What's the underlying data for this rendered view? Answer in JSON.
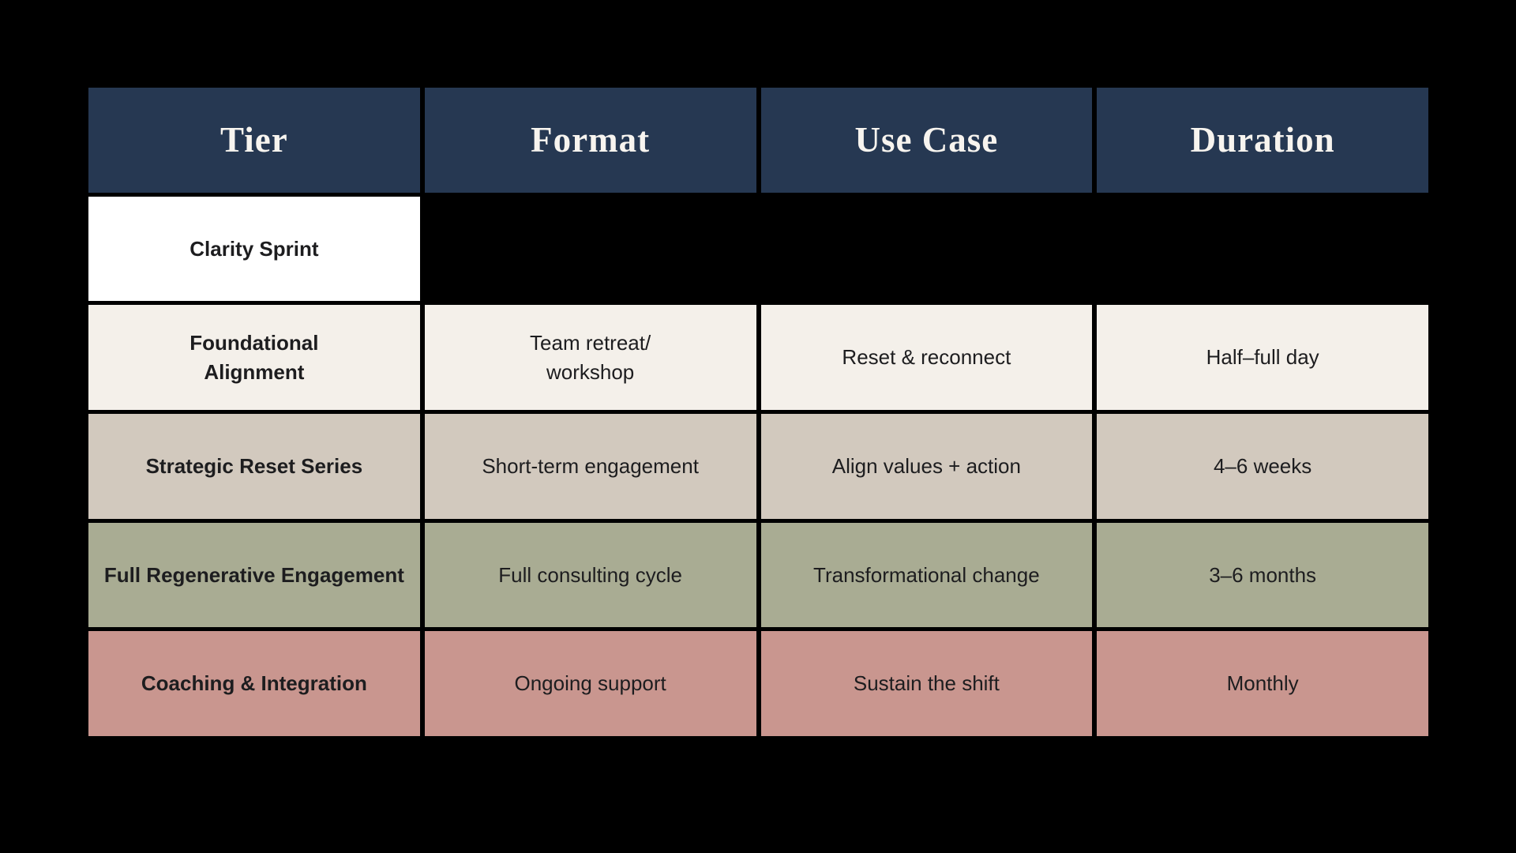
{
  "table": {
    "headers": [
      "Tier",
      "Format",
      "Use Case",
      "Duration"
    ],
    "rows": [
      {
        "tier": "Clarity Sprint",
        "format": "",
        "use_case": "",
        "duration": ""
      },
      {
        "tier": "Foundational\nAlignment",
        "format": "Team retreat/\nworkshop",
        "use_case": "Reset & reconnect",
        "duration": "Half–full day"
      },
      {
        "tier": "Strategic Reset Series",
        "format": "Short-term engagement",
        "use_case": "Align values + action",
        "duration": "4–6 weeks"
      },
      {
        "tier": "Full Regenerative Engagement",
        "format": "Full consulting cycle",
        "use_case": "Transformational change",
        "duration": "3–6 months"
      },
      {
        "tier": "Coaching & Integration",
        "format": "Ongoing support",
        "use_case": "Sustain the shift",
        "duration": "Monthly"
      }
    ]
  },
  "colors": {
    "page_background": "#000000",
    "header_background": "#263852",
    "header_text": "#f7f4ef",
    "body_text": "#1d1d1f",
    "row_clarity_sprint": "#ffffff",
    "row_foundational_alignment": "#f4f0ea",
    "row_strategic_reset_series": "#d2c9be",
    "row_full_regenerative_engagement": "#a9ac93",
    "row_coaching_integration": "#c9968f"
  }
}
